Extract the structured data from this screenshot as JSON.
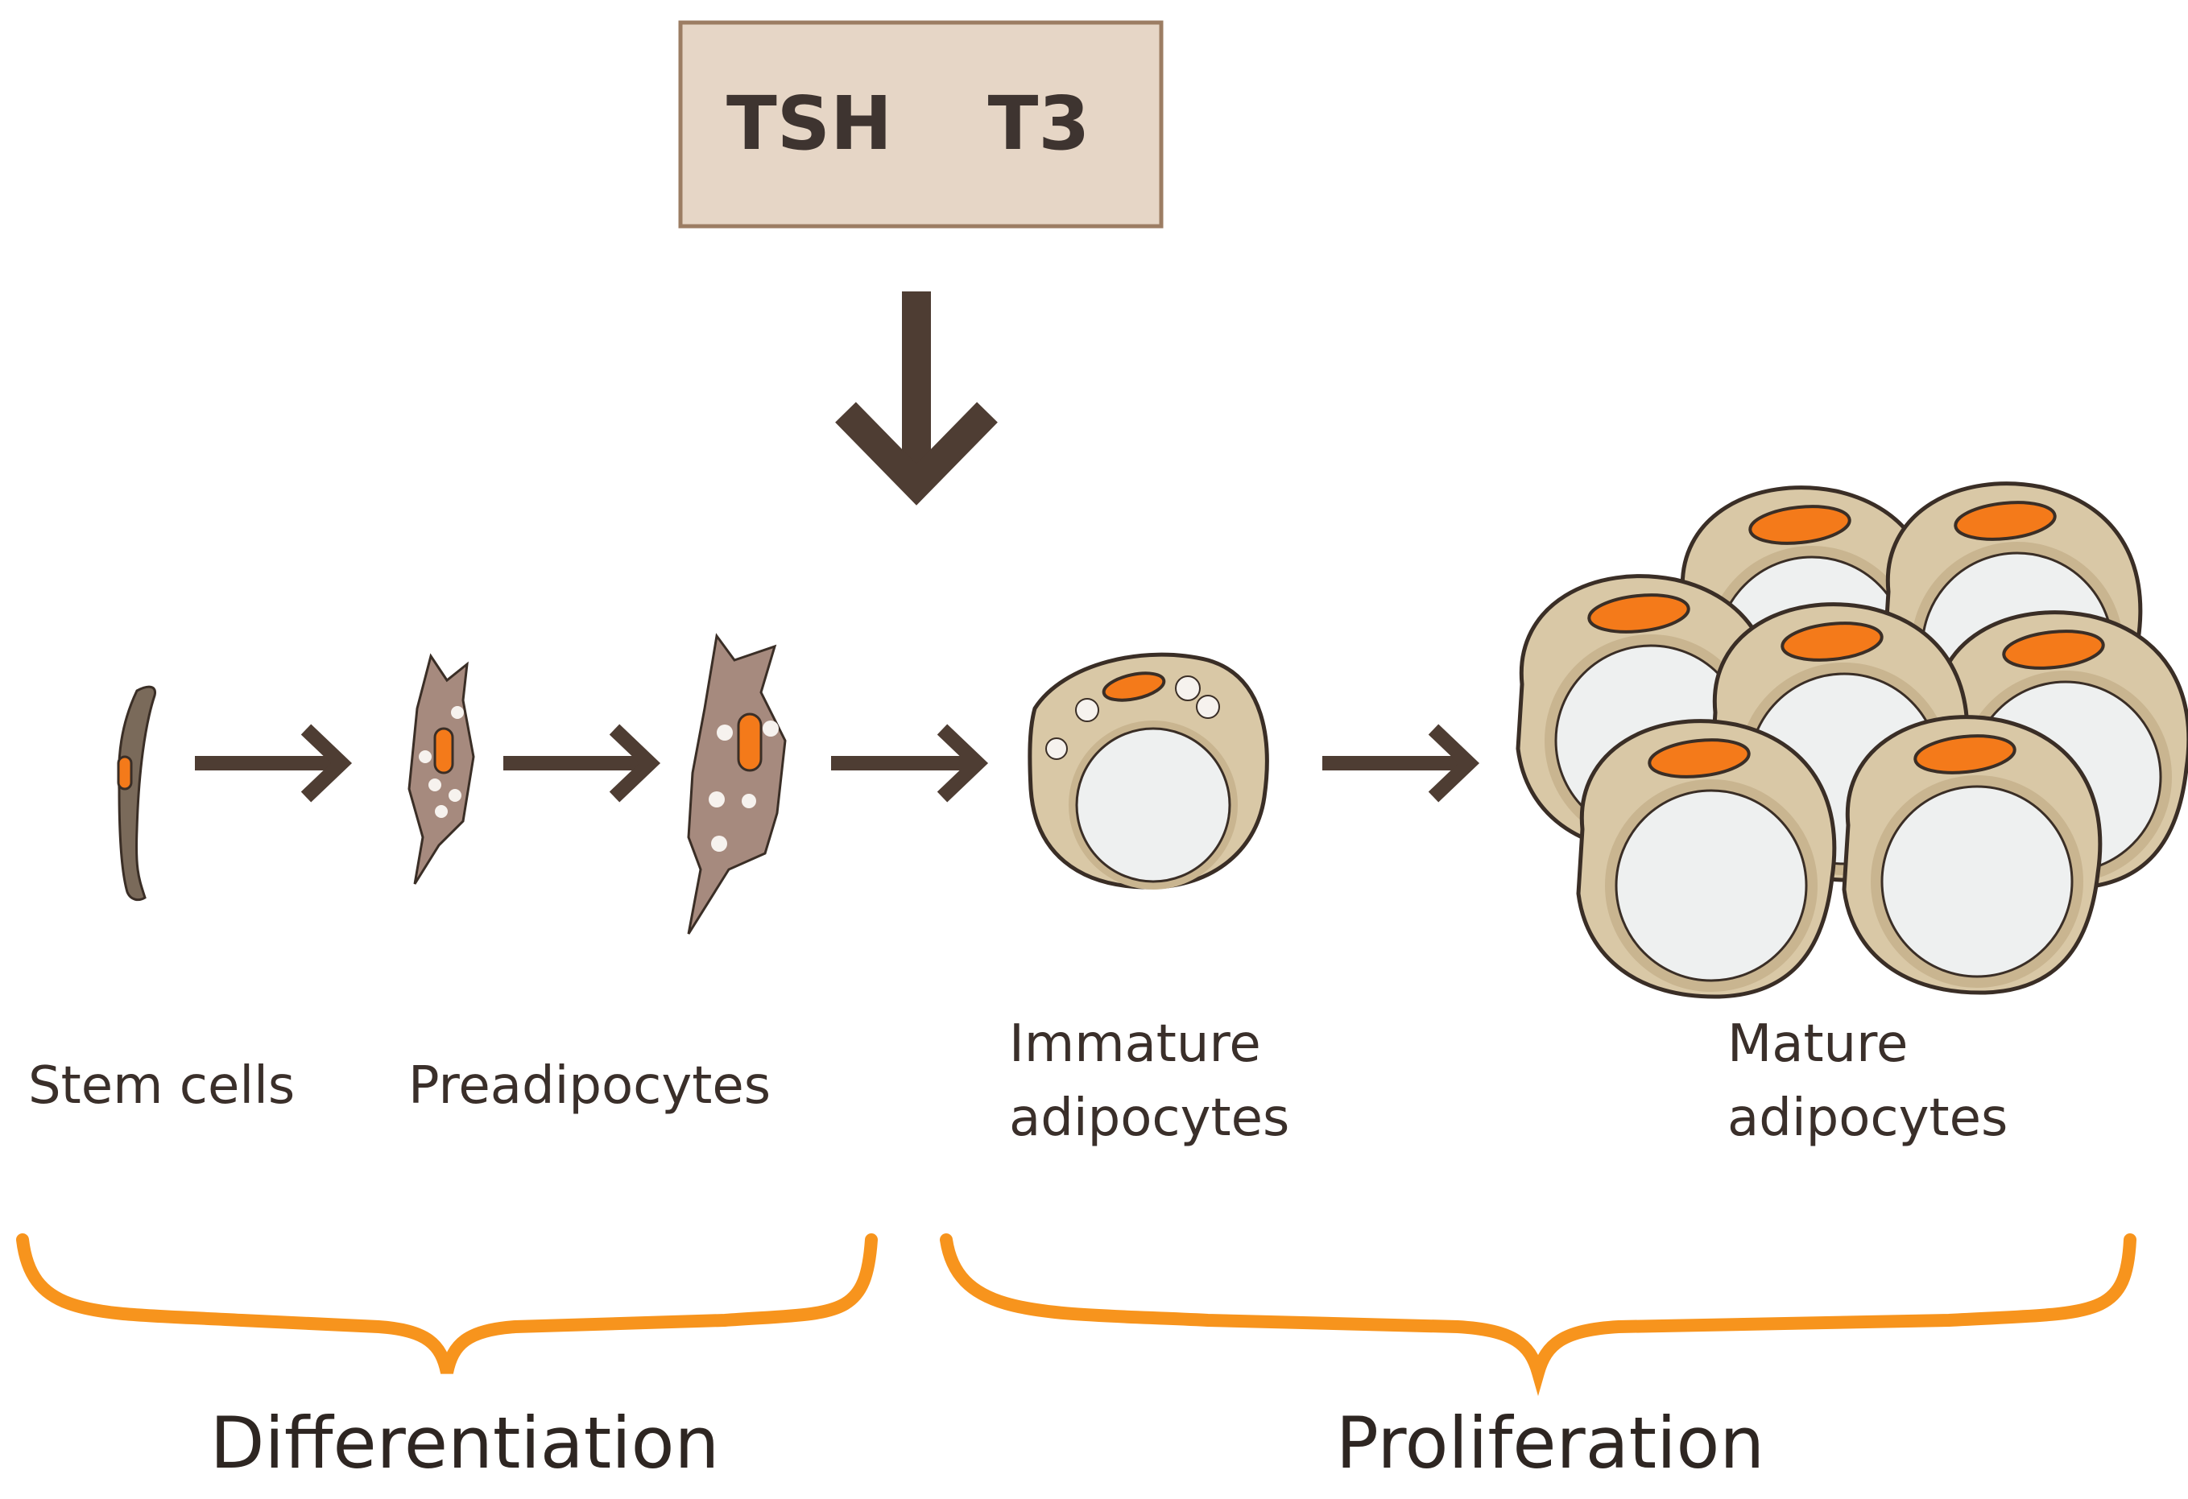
{
  "hormones": {
    "tsh": "TSH",
    "t3": "T3"
  },
  "stages": {
    "stem_cells": "Stem cells",
    "preadipocytes": "Preadipocytes",
    "immature_line1": "Immature",
    "immature_line2": "adipocytes",
    "mature_line1": "Mature",
    "mature_line2": "adipocytes"
  },
  "phases": {
    "differentiation": "Differentiation",
    "proliferation": "Proliferation"
  },
  "colors": {
    "box_fill": "#e6d6c6",
    "box_stroke": "#9c7d63",
    "arrow": "#4e3d33",
    "stem_cell": "#7a6a5a",
    "preadipocyte": "#a68a7e",
    "nucleus": "#f47a1a",
    "adipocyte_body": "#d9c8a6",
    "lipid": "#eef0f0",
    "bracket": "#f7941d"
  }
}
